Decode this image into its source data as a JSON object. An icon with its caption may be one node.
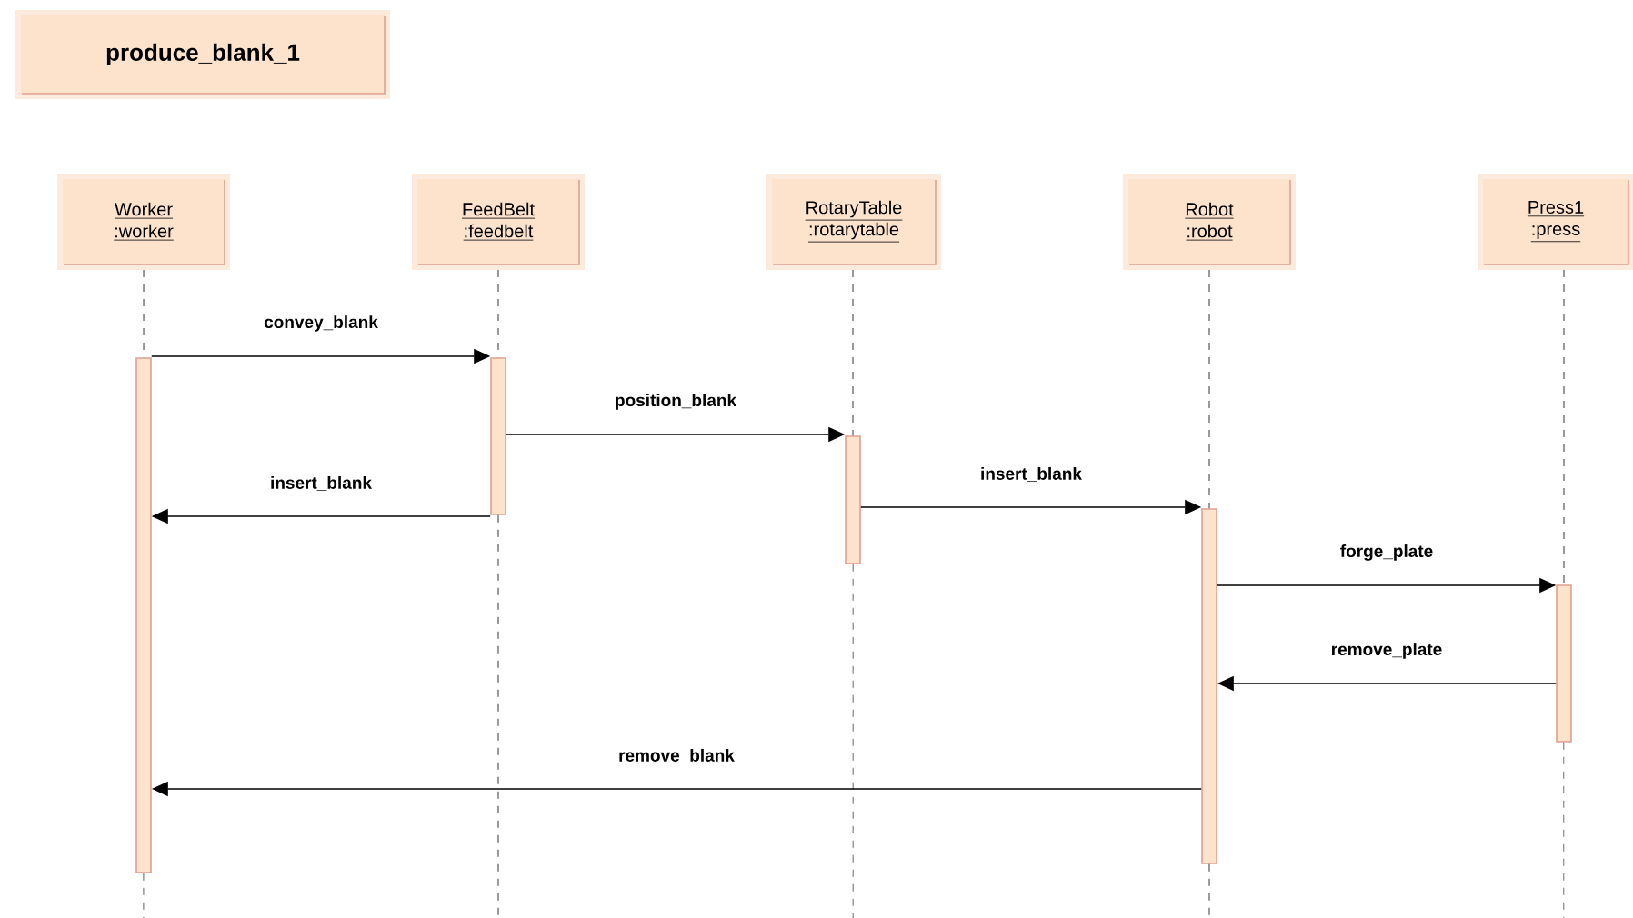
{
  "diagram": {
    "nodes": [
      {
        "text": [
          "produce_blank_1"
        ]
      },
      {
        "text": [
          "Worker",
          ":worker"
        ]
      },
      {
        "text": [
          "FeedBelt",
          ":feedbelt"
        ]
      },
      {
        "text": [
          "RotaryTable",
          ":rotarytable"
        ]
      },
      {
        "text": [
          "Robot",
          ":robot"
        ]
      },
      {
        "text": [
          "Press1",
          ":press"
        ]
      },
      {
        "text": [],
        "shape": "bar"
      },
      {
        "text": [],
        "shape": "bar"
      },
      {
        "text": [],
        "shape": "bar"
      },
      {
        "text": [],
        "shape": "bar"
      },
      {
        "text": [],
        "shape": "bar"
      }
    ],
    "edges": [
      {
        "from": 1,
        "to": 6,
        "arrow": "none",
        "style": "dashed"
      },
      {
        "from": 2,
        "to": 7,
        "arrow": "none",
        "style": "dashed"
      },
      {
        "from": 3,
        "to": 8,
        "arrow": "none",
        "style": "dashed"
      },
      {
        "from": 4,
        "to": 9,
        "arrow": "none",
        "style": "dashed"
      },
      {
        "from": 5,
        "to": 10,
        "arrow": "none",
        "style": "dashed"
      },
      {
        "from": 6,
        "to": null,
        "arrow": "none",
        "style": "dashed"
      },
      {
        "from": 7,
        "to": null,
        "arrow": "none",
        "style": "dashed"
      },
      {
        "from": 8,
        "to": null,
        "arrow": "none",
        "style": "dashed"
      },
      {
        "from": 9,
        "to": null,
        "arrow": "none",
        "style": "dashed"
      },
      {
        "from": 10,
        "to": null,
        "arrow": "none",
        "style": "dashed"
      },
      {
        "from": 6,
        "to": 7,
        "arrow": "to",
        "label": "convey_blank"
      },
      {
        "from": 7,
        "to": 8,
        "arrow": "to",
        "label": "position_blank"
      },
      {
        "from": 7,
        "to": 6,
        "arrow": "to",
        "label": "insert_blank"
      },
      {
        "from": 8,
        "to": 9,
        "arrow": "to",
        "label": "insert_blank"
      },
      {
        "from": 9,
        "to": 10,
        "arrow": "to",
        "label": "forge_plate"
      },
      {
        "from": 10,
        "to": 9,
        "arrow": "to",
        "label": "remove_plate"
      },
      {
        "from": 9,
        "to": 6,
        "arrow": "to",
        "label": "remove_blank"
      }
    ]
  }
}
